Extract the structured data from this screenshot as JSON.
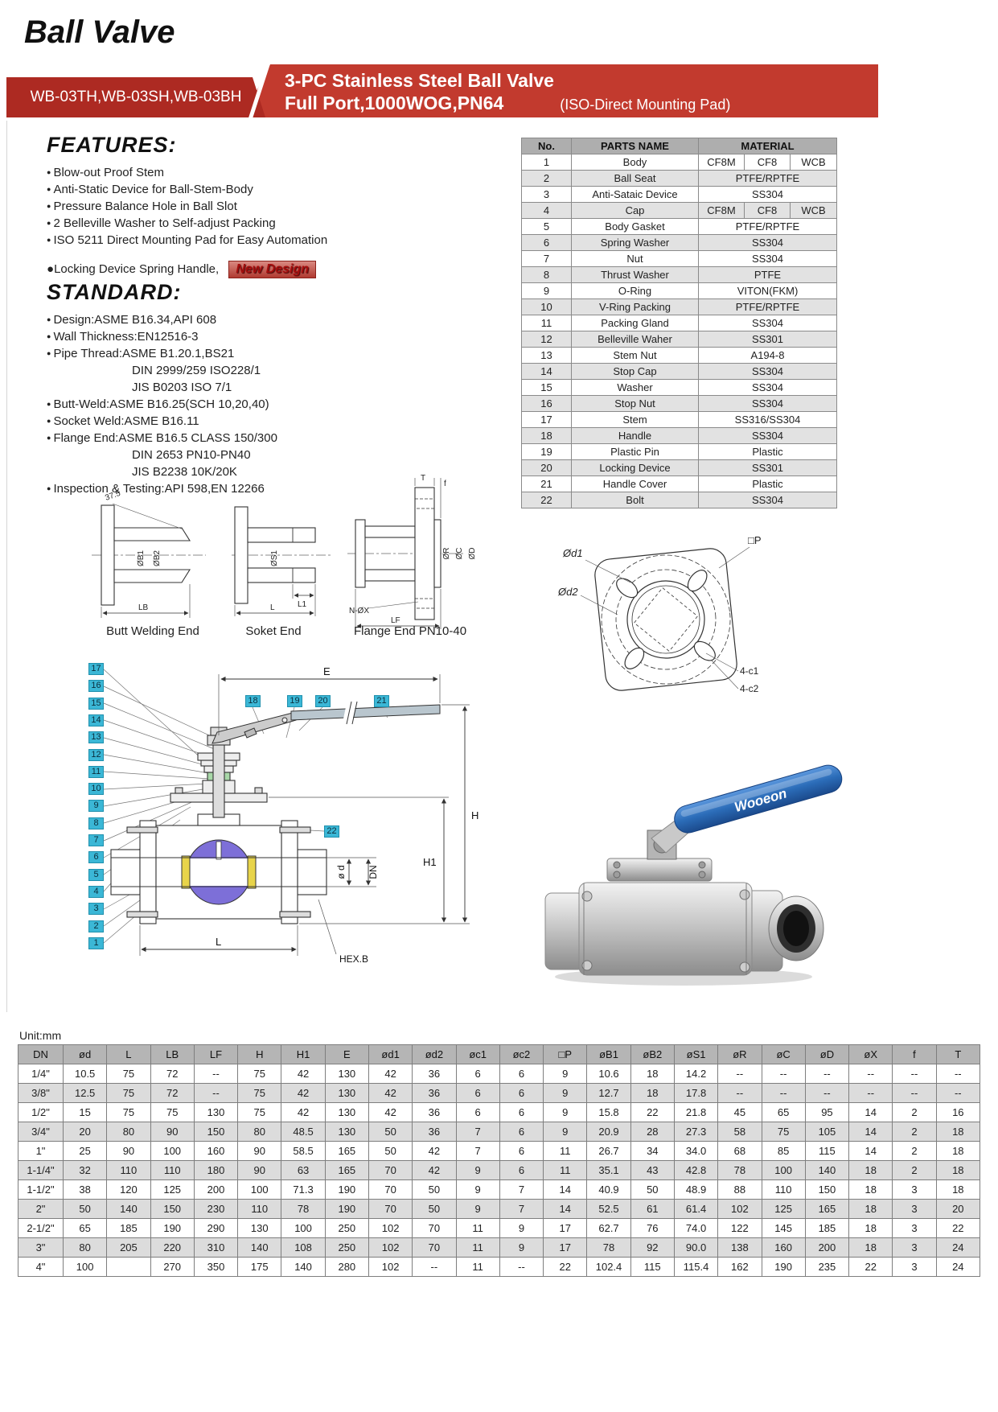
{
  "colors": {
    "accent_red": "#c23a2e",
    "accent_red_dark": "#ad2a22",
    "callout_cyan": "#3bb7d6",
    "ball_purple": "#7d6fd8",
    "seat_yellow": "#e8d44a",
    "handle_blue": "#2b6cb8"
  },
  "page": {
    "title": "Ball Valve"
  },
  "header": {
    "models": "WB-03TH,WB-03SH,WB-03BH",
    "line1": "3-PC Stainless Steel Ball Valve",
    "line2": "Full Port,1000WOG,PN64",
    "note": "(ISO-Direct Mounting Pad)"
  },
  "features": {
    "heading": "FEATURES:",
    "items": [
      "Blow-out Proof Stem",
      "Anti-Static Device for Ball-Stem-Body",
      "Pressure Balance Hole in Ball Slot",
      "2 Belleville Washer to Self-adjust Packing",
      "ISO 5211 Direct Mounting Pad for Easy Automation"
    ],
    "last_item": "Locking Device Spring Handle,",
    "badge": "New Design"
  },
  "standard": {
    "heading": "STANDARD:",
    "items": [
      {
        "text": "Design:ASME B16.34,API 608",
        "indent": false
      },
      {
        "text": "Wall Thickness:EN12516-3",
        "indent": false
      },
      {
        "text": "Pipe Thread:ASME B1.20.1,BS21",
        "indent": false
      },
      {
        "text": "DIN 2999/259 ISO228/1",
        "indent": true
      },
      {
        "text": "JIS B0203 ISO 7/1",
        "indent": true
      },
      {
        "text": "Butt-Weld:ASME B16.25(SCH 10,20,40)",
        "indent": false
      },
      {
        "text": "Socket Weld:ASME B16.11",
        "indent": false
      },
      {
        "text": "Flange End:ASME B16.5 CLASS 150/300",
        "indent": false
      },
      {
        "text": "DIN 2653   PN10-PN40",
        "indent": true
      },
      {
        "text": "JIS B2238 10K/20K",
        "indent": true
      },
      {
        "text": "Inspection & Testing:API 598,EN 12266",
        "indent": false
      }
    ]
  },
  "parts_table": {
    "headers": [
      "No.",
      "PARTS NAME",
      "MATERIAL"
    ],
    "rows": [
      {
        "no": "1",
        "name": "Body",
        "materials": [
          "CF8M",
          "CF8",
          "WCB"
        ]
      },
      {
        "no": "2",
        "name": "Ball Seat",
        "materials": [
          "PTFE/RPTFE"
        ]
      },
      {
        "no": "3",
        "name": "Anti-Sataic Device",
        "materials": [
          "SS304"
        ]
      },
      {
        "no": "4",
        "name": "Cap",
        "materials": [
          "CF8M",
          "CF8",
          "WCB"
        ]
      },
      {
        "no": "5",
        "name": "Body Gasket",
        "materials": [
          "PTFE/RPTFE"
        ]
      },
      {
        "no": "6",
        "name": "Spring Washer",
        "materials": [
          "SS304"
        ]
      },
      {
        "no": "7",
        "name": "Nut",
        "materials": [
          "SS304"
        ]
      },
      {
        "no": "8",
        "name": "Thrust Washer",
        "materials": [
          "PTFE"
        ]
      },
      {
        "no": "9",
        "name": "O-Ring",
        "materials": [
          "VITON(FKM)"
        ]
      },
      {
        "no": "10",
        "name": "V-Ring Packing",
        "materials": [
          "PTFE/RPTFE"
        ]
      },
      {
        "no": "11",
        "name": "Packing Gland",
        "materials": [
          "SS304"
        ]
      },
      {
        "no": "12",
        "name": "Belleville Waher",
        "materials": [
          "SS301"
        ]
      },
      {
        "no": "13",
        "name": "Stem Nut",
        "materials": [
          "A194-8"
        ]
      },
      {
        "no": "14",
        "name": "Stop Cap",
        "materials": [
          "SS304"
        ]
      },
      {
        "no": "15",
        "name": "Washer",
        "materials": [
          "SS304"
        ]
      },
      {
        "no": "16",
        "name": "Stop Nut",
        "materials": [
          "SS304"
        ]
      },
      {
        "no": "17",
        "name": "Stem",
        "materials": [
          "SS316/SS304"
        ]
      },
      {
        "no": "18",
        "name": "Handle",
        "materials": [
          "SS304"
        ]
      },
      {
        "no": "19",
        "name": "Plastic Pin",
        "materials": [
          "Plastic"
        ]
      },
      {
        "no": "20",
        "name": "Locking Device",
        "materials": [
          "SS301"
        ]
      },
      {
        "no": "21",
        "name": "Handle Cover",
        "materials": [
          "Plastic"
        ]
      },
      {
        "no": "22",
        "name": "Bolt",
        "materials": [
          "SS304"
        ]
      }
    ]
  },
  "end_drawings": {
    "butt_caption": "Butt Welding End",
    "socket_caption": "Soket End",
    "flange_caption": "Flange End PN10-40",
    "butt_labels": {
      "angle": "37.5",
      "b1": "ØB1",
      "b2": "ØB2",
      "lb": "LB"
    },
    "socket_labels": {
      "s1": "ØS1",
      "l1": "L1",
      "l": "L"
    },
    "flange_labels": {
      "t": "T",
      "f": "f",
      "r": "ØR",
      "c": "ØC",
      "d": "ØD",
      "nx": "N-ØX",
      "lf": "LF"
    }
  },
  "pad_drawing": {
    "labels": {
      "d1": "Ød1",
      "d2": "Ød2",
      "p": "□P",
      "c1": "4-c1",
      "c2": "4-c2"
    }
  },
  "assembly": {
    "left_callouts": [
      "17",
      "16",
      "15",
      "14",
      "13",
      "12",
      "11",
      "10",
      "9",
      "8",
      "7",
      "6",
      "5",
      "4",
      "3",
      "2",
      "1"
    ],
    "top_callouts": [
      "18",
      "19",
      "20",
      "21"
    ],
    "mid_callout": "22",
    "dims": {
      "e": "E",
      "h": "H",
      "h1": "H1",
      "od": "ø d",
      "dn": "DN",
      "l": "L",
      "hex": "HEX.B"
    }
  },
  "photo": {
    "handle_text": "Wooeon"
  },
  "dim_table": {
    "unit_label": "Unit:mm",
    "headers": [
      "DN",
      "ød",
      "L",
      "LB",
      "LF",
      "H",
      "H1",
      "E",
      "ød1",
      "ød2",
      "øc1",
      "øc2",
      "□P",
      "øB1",
      "øB2",
      "øS1",
      "øR",
      "øC",
      "øD",
      "øX",
      "f",
      "T"
    ],
    "rows": [
      [
        "1/4\"",
        "10.5",
        "75",
        "72",
        "--",
        "75",
        "42",
        "130",
        "42",
        "36",
        "6",
        "6",
        "9",
        "10.6",
        "18",
        "14.2",
        "--",
        "--",
        "--",
        "--",
        "--",
        "--"
      ],
      [
        "3/8\"",
        "12.5",
        "75",
        "72",
        "--",
        "75",
        "42",
        "130",
        "42",
        "36",
        "6",
        "6",
        "9",
        "12.7",
        "18",
        "17.8",
        "--",
        "--",
        "--",
        "--",
        "--",
        "--"
      ],
      [
        "1/2\"",
        "15",
        "75",
        "75",
        "130",
        "75",
        "42",
        "130",
        "42",
        "36",
        "6",
        "6",
        "9",
        "15.8",
        "22",
        "21.8",
        "45",
        "65",
        "95",
        "14",
        "2",
        "16"
      ],
      [
        "3/4\"",
        "20",
        "80",
        "90",
        "150",
        "80",
        "48.5",
        "130",
        "50",
        "36",
        "7",
        "6",
        "9",
        "20.9",
        "28",
        "27.3",
        "58",
        "75",
        "105",
        "14",
        "2",
        "18"
      ],
      [
        "1\"",
        "25",
        "90",
        "100",
        "160",
        "90",
        "58.5",
        "165",
        "50",
        "42",
        "7",
        "6",
        "11",
        "26.7",
        "34",
        "34.0",
        "68",
        "85",
        "115",
        "14",
        "2",
        "18"
      ],
      [
        "1-1/4\"",
        "32",
        "110",
        "110",
        "180",
        "90",
        "63",
        "165",
        "70",
        "42",
        "9",
        "6",
        "11",
        "35.1",
        "43",
        "42.8",
        "78",
        "100",
        "140",
        "18",
        "2",
        "18"
      ],
      [
        "1-1/2\"",
        "38",
        "120",
        "125",
        "200",
        "100",
        "71.3",
        "190",
        "70",
        "50",
        "9",
        "7",
        "14",
        "40.9",
        "50",
        "48.9",
        "88",
        "110",
        "150",
        "18",
        "3",
        "18"
      ],
      [
        "2\"",
        "50",
        "140",
        "150",
        "230",
        "110",
        "78",
        "190",
        "70",
        "50",
        "9",
        "7",
        "14",
        "52.5",
        "61",
        "61.4",
        "102",
        "125",
        "165",
        "18",
        "3",
        "20"
      ],
      [
        "2-1/2\"",
        "65",
        "185",
        "190",
        "290",
        "130",
        "100",
        "250",
        "102",
        "70",
        "11",
        "9",
        "17",
        "62.7",
        "76",
        "74.0",
        "122",
        "145",
        "185",
        "18",
        "3",
        "22"
      ],
      [
        "3\"",
        "80",
        "205",
        "220",
        "310",
        "140",
        "108",
        "250",
        "102",
        "70",
        "11",
        "9",
        "17",
        "78",
        "92",
        "90.0",
        "138",
        "160",
        "200",
        "18",
        "3",
        "24"
      ],
      [
        "4\"",
        "100",
        "",
        "270",
        "350",
        "175",
        "140",
        "280",
        "102",
        "--",
        "11",
        "--",
        "22",
        "102.4",
        "115",
        "115.4",
        "162",
        "190",
        "235",
        "22",
        "3",
        "24"
      ]
    ]
  }
}
